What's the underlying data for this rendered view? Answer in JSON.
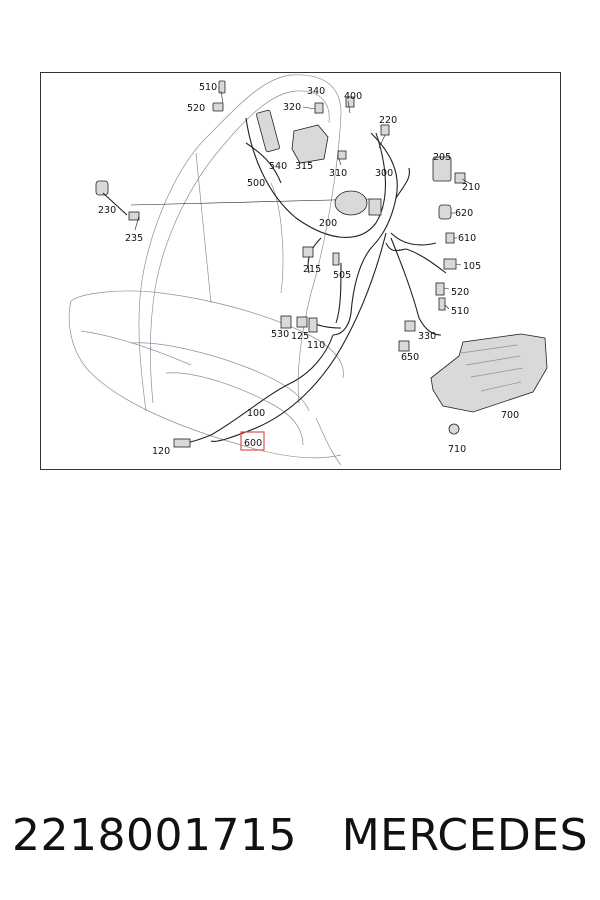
{
  "diagram": {
    "labels": {
      "l510a": "510",
      "l520a": "520",
      "l340": "340",
      "l320": "320",
      "l400": "400",
      "l220": "220",
      "l540": "540",
      "l315": "315",
      "l310": "310",
      "l300": "300",
      "l205": "205",
      "l210": "210",
      "l500": "500",
      "l230": "230",
      "l235": "235",
      "l200": "200",
      "l620": "620",
      "l610": "610",
      "l215": "215",
      "l505": "505",
      "l105": "105",
      "l520b": "520",
      "l510b": "510",
      "l530": "530",
      "l125": "125",
      "l110": "110",
      "l330": "330",
      "l650": "650",
      "l700": "700",
      "l100": "100",
      "l710": "710",
      "l600": "600",
      "l120": "120"
    },
    "highlight_color": "#e05050"
  },
  "caption": {
    "part_number": "2218001715",
    "brand": "MERCEDES"
  }
}
